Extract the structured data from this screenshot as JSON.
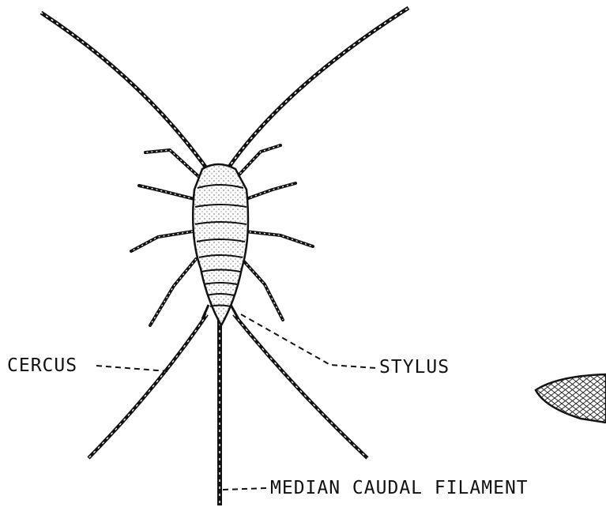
{
  "labels": {
    "cercus": "CERCUS",
    "stylus": "STYLUS",
    "median_caudal_filament": "MEDIAN CAUDAL FILAMENT"
  },
  "colors": {
    "ink": "#111111",
    "background": "#ffffff"
  }
}
